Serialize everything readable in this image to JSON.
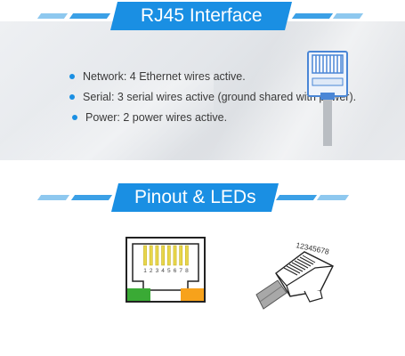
{
  "section1": {
    "heading": "RJ45 Interface",
    "features": [
      "Network: 4 Ethernet wires active.",
      "Serial: 3 serial wires active (ground shared with power).",
      "Power: 2 power wires active."
    ]
  },
  "section2": {
    "heading": "Pinout & LEDs",
    "jack_pin_numbers": [
      "1",
      "2",
      "3",
      "4",
      "5",
      "6",
      "7",
      "8"
    ],
    "plug_pin_label": "12345678"
  },
  "colors": {
    "accent": "#1a8fe3",
    "accent_light": "#8ec8ef",
    "led_green": "#3aaa35",
    "led_orange": "#f7a21b",
    "pin_gold": "#e8d64a"
  }
}
